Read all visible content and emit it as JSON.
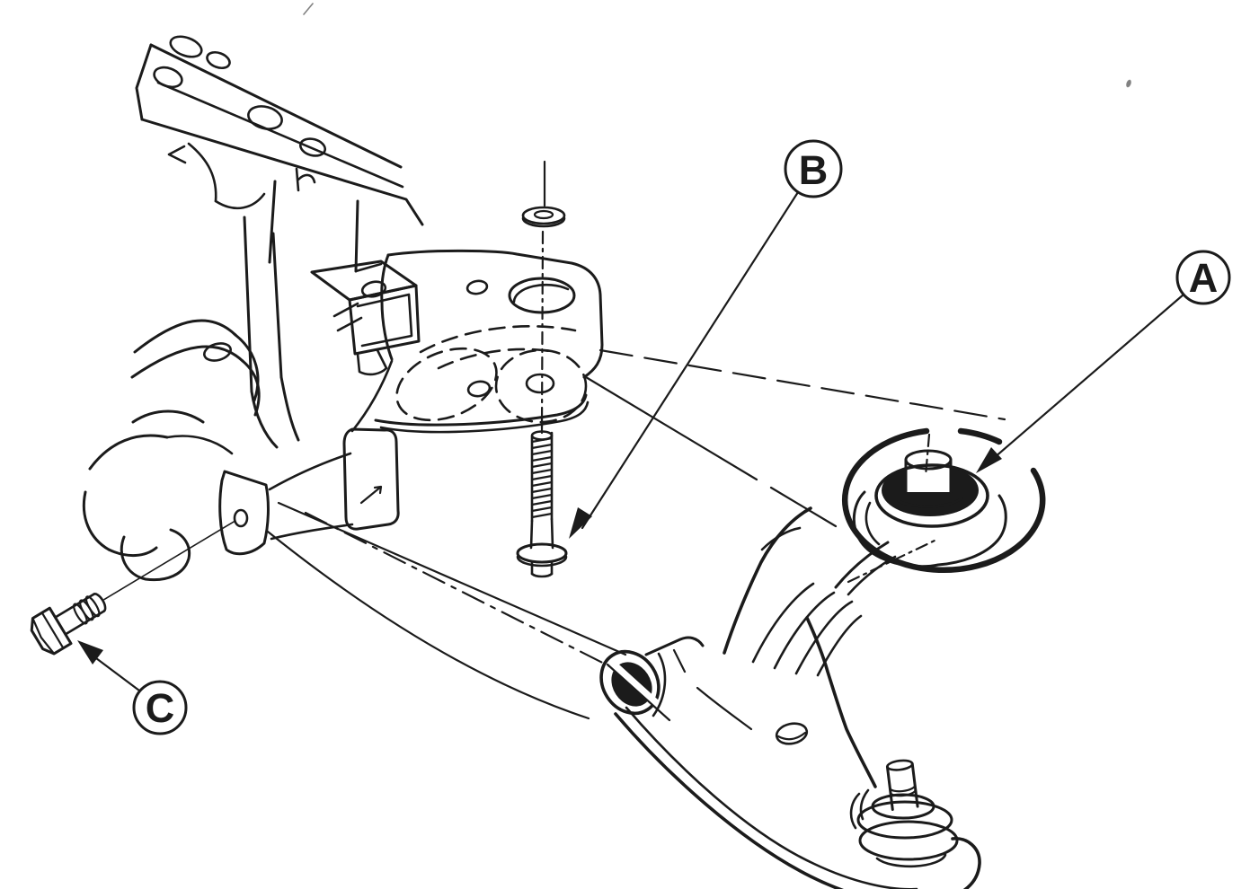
{
  "figure": {
    "background": "#ffffff",
    "ink": "#1b1b1b",
    "callouts": [
      {
        "label": "A"
      },
      {
        "label": "B"
      },
      {
        "label": "C"
      }
    ]
  }
}
